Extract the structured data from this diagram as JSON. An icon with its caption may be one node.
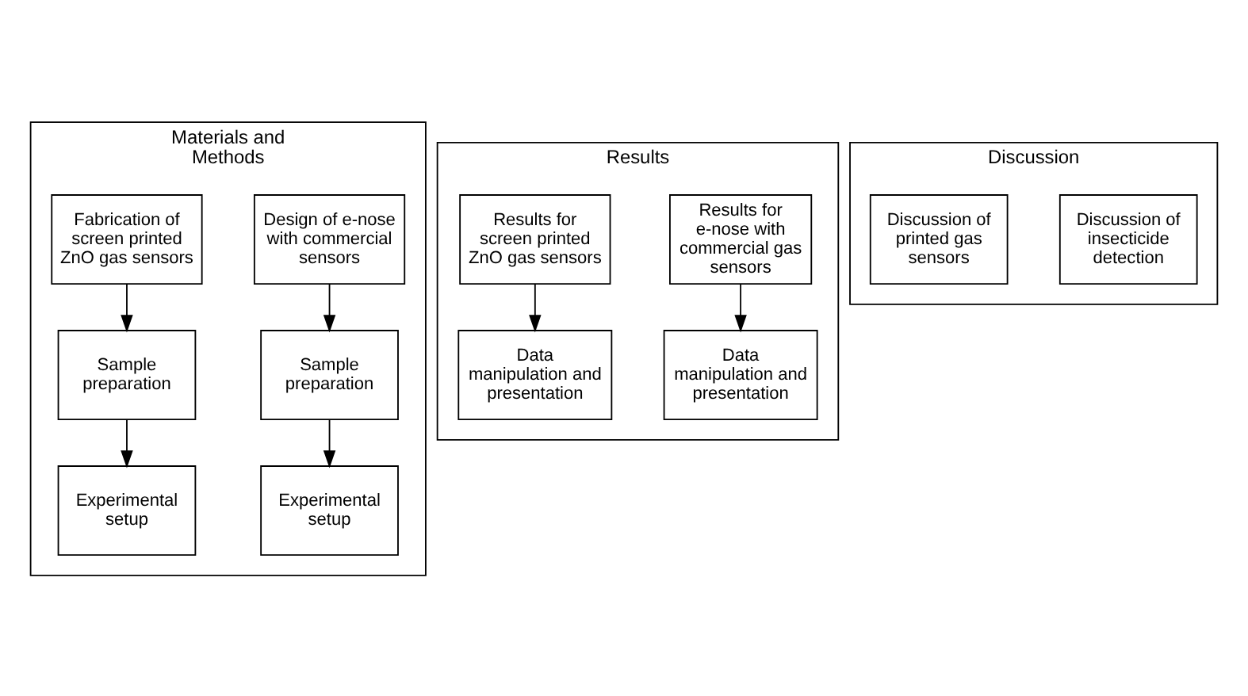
{
  "diagram": {
    "nodes": [
      {
        "text": [
          "Materials and Methods"
        ]
      },
      {
        "text": [
          "Design of e-nose with commercial sensors"
        ],
        "in": 0
      },
      {
        "text": [
          "Fabrication of screen printed ZnO gas sensors"
        ],
        "in": 0
      },
      {
        "text": [
          "Sample preparation"
        ],
        "in": 0
      },
      {
        "text": [
          "Sample preparation"
        ],
        "in": 0
      },
      {
        "text": [
          "Experimental setup"
        ],
        "in": 0
      },
      {
        "text": [
          "Experimental setup"
        ],
        "in": 0
      },
      {
        "text": [
          "Results"
        ]
      },
      {
        "text": [
          "Results for e-nose with commercial gas sensors"
        ],
        "in": 7
      },
      {
        "text": [
          "Results for screen printed ZnO gas sensors"
        ],
        "in": 7
      },
      {
        "text": [
          "Data manipulation and presentation"
        ],
        "in": 7
      },
      {
        "text": [
          "Data manipulation and presentation"
        ],
        "in": 7
      },
      {
        "text": [
          "Discussion"
        ]
      },
      {
        "text": [
          "Discussion of insecticide detection"
        ],
        "in": 12
      },
      {
        "text": [
          "Discussion of printed gas sensors"
        ],
        "in": 12
      }
    ],
    "edges": [
      {
        "from": 1,
        "to": 3,
        "arrow": "to"
      },
      {
        "from": 3,
        "to": 5,
        "arrow": "to"
      },
      {
        "from": 2,
        "to": 4,
        "arrow": "to"
      },
      {
        "from": 4,
        "to": 6,
        "arrow": "to"
      },
      {
        "from": 8,
        "to": 10,
        "arrow": "to"
      },
      {
        "from": 9,
        "to": 11,
        "arrow": "to"
      }
    ]
  }
}
